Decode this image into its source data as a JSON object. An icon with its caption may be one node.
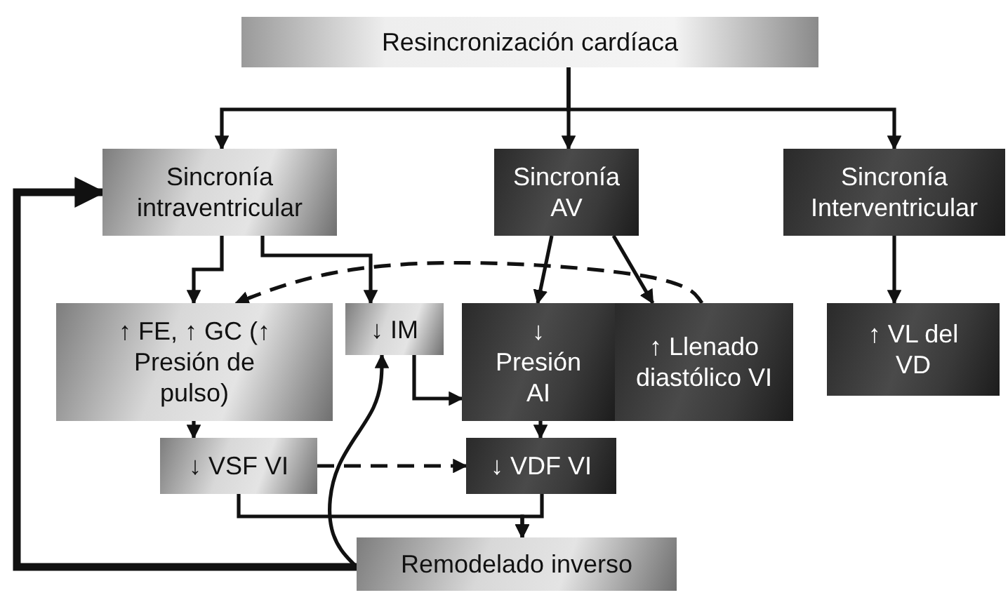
{
  "diagram": {
    "nodes": [
      {
        "text": [
          "Resincronización cardíaca"
        ]
      },
      {
        "text": [
          "Sincronía intraventricular"
        ]
      },
      {
        "text": [
          "Sincronía AV"
        ]
      },
      {
        "text": [
          "Sincronía Interventricular"
        ]
      },
      {
        "text": [
          "↑ FE, ↑ GC (↑ Presión de pulso)"
        ]
      },
      {
        "text": [
          "↓ IM"
        ]
      },
      {
        "text": [
          "↓ Presión AI"
        ]
      },
      {
        "text": [
          "↑ Llenado diastólico VI"
        ]
      },
      {
        "text": [
          "↑ VL del VD"
        ]
      },
      {
        "text": [
          "↓ VSF VI"
        ]
      },
      {
        "text": [
          "↓ VDF VI"
        ]
      },
      {
        "text": [
          "Remodelado inverso"
        ]
      }
    ],
    "edges": [
      {
        "from": 0,
        "to": 1,
        "arrow": "to"
      },
      {
        "from": 0,
        "to": 2,
        "arrow": "to"
      },
      {
        "from": 0,
        "to": 3,
        "arrow": "to"
      },
      {
        "from": 1,
        "to": 4,
        "arrow": "to"
      },
      {
        "from": 1,
        "to": 5,
        "arrow": "to"
      },
      {
        "from": 7,
        "to": 4,
        "arrow": "to",
        "style": "dashed"
      },
      {
        "from": 2,
        "to": 6,
        "arrow": "to"
      },
      {
        "from": 2,
        "to": 7,
        "arrow": "to"
      },
      {
        "from": 3,
        "to": 8,
        "arrow": "to"
      },
      {
        "from": 5,
        "to": 6,
        "arrow": "to"
      },
      {
        "from": 4,
        "to": 9,
        "arrow": "to"
      },
      {
        "from": 6,
        "to": 10,
        "arrow": "to"
      },
      {
        "from": 9,
        "to": 10,
        "arrow": "to",
        "style": "dashed"
      },
      {
        "from": 9,
        "to": 11,
        "arrow": "to"
      },
      {
        "from": 10,
        "to": 11,
        "arrow": "to"
      },
      {
        "from": 11,
        "to": 5,
        "arrow": "to"
      },
      {
        "from": 11,
        "to": 1,
        "arrow": "to",
        "style": "thick"
      }
    ]
  }
}
